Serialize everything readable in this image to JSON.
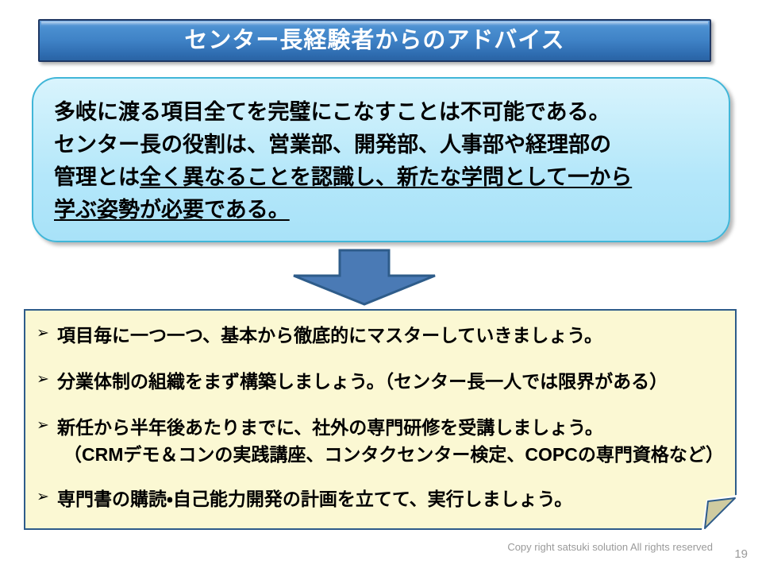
{
  "slide": {
    "title": "センター長経験者からのアドバイス",
    "colors": {
      "title_banner_fill": "#3f82c6",
      "title_banner_border": "#1f3864",
      "title_text": "#ffffff",
      "statement_fill": "#c7eefb",
      "statement_border": "#41b6d8",
      "arrow_fill": "#4a7ab5",
      "arrow_border": "#2e5c8a",
      "advice_fill": "#fbf8d3",
      "advice_border": "#2e5c8a",
      "body_text": "#000000",
      "footer_text": "#9a9a9a"
    }
  },
  "statement": {
    "lines": [
      {
        "plain": "多岐に渡る項目全てを完璧にこなすことは不可能である。",
        "underlined": ""
      },
      {
        "plain": "センター長の役割は、営業部、開発部、人事部や経理部の",
        "underlined": ""
      },
      {
        "plain": "管理とは",
        "underlined": "全く異なることを認識し、新たな学問として一から"
      },
      {
        "plain": "",
        "underlined": "学ぶ姿勢が必要である。"
      }
    ]
  },
  "arrow": {
    "icon": "down-arrow-icon",
    "direction": "down"
  },
  "advice": {
    "bullet_glyph": "➢",
    "items": [
      {
        "lines": [
          "項目毎に一つ一つ、基本から徹底的にマスターしていきましょう。"
        ]
      },
      {
        "lines": [
          "分業体制の組織をまず構築しましょう。（センター長一人では限界がある）"
        ]
      },
      {
        "lines": [
          "新任から半年後あたりまでに、社外の専門研修を受講しましょう。",
          "（CRMデモ＆コンの実践講座、コンタクセンター検定、COPCの専門資格など）"
        ]
      },
      {
        "lines": [
          "専門書の購読・自己能力開発の計画を立てて、実行しましょう。"
        ]
      }
    ]
  },
  "footer": {
    "copyright": "Copy right satsuki solution All rights reserved",
    "page_number": "19"
  }
}
